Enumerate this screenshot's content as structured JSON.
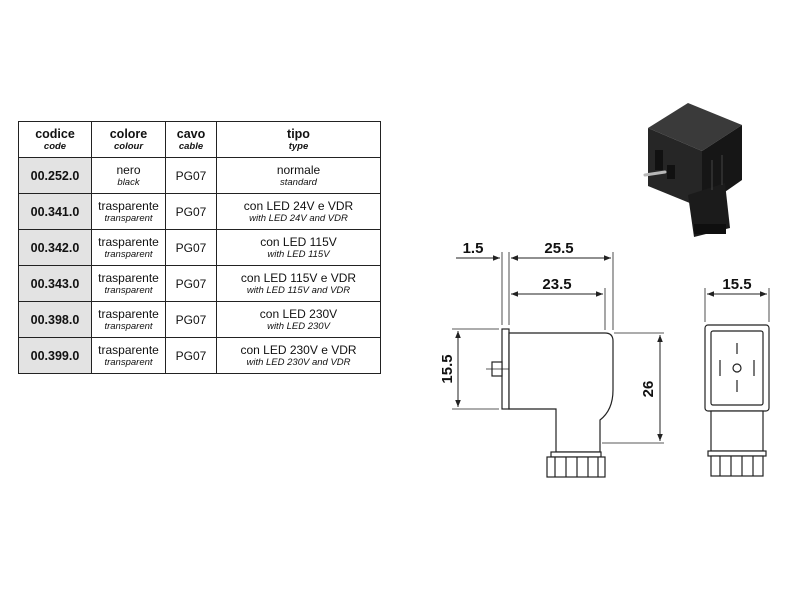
{
  "table": {
    "headers": [
      {
        "label": "codice",
        "sub": "code"
      },
      {
        "label": "colore",
        "sub": "colour"
      },
      {
        "label": "cavo",
        "sub": "cable"
      },
      {
        "label": "tipo",
        "sub": "type"
      }
    ],
    "rows": [
      {
        "code": "00.252.0",
        "colour": "nero",
        "colour_en": "black",
        "cable": "PG07",
        "type": "normale",
        "type_en": "standard"
      },
      {
        "code": "00.341.0",
        "colour": "trasparente",
        "colour_en": "transparent",
        "cable": "PG07",
        "type": "con LED 24V e VDR",
        "type_en": "with LED 24V and VDR"
      },
      {
        "code": "00.342.0",
        "colour": "trasparente",
        "colour_en": "transparent",
        "cable": "PG07",
        "type": "con LED 115V",
        "type_en": "with LED 115V"
      },
      {
        "code": "00.343.0",
        "colour": "trasparente",
        "colour_en": "transparent",
        "cable": "PG07",
        "type": "con LED 115V e VDR",
        "type_en": "with LED 115V and VDR"
      },
      {
        "code": "00.398.0",
        "colour": "trasparente",
        "colour_en": "transparent",
        "cable": "PG07",
        "type": "con LED 230V",
        "type_en": "with LED 230V"
      },
      {
        "code": "00.399.0",
        "colour": "trasparente",
        "colour_en": "transparent",
        "cable": "PG07",
        "type": "con LED 230V e VDR",
        "type_en": "with LED 230V and VDR"
      }
    ]
  },
  "drawing": {
    "dim_flange": "1.5",
    "dim_length": "25.5",
    "dim_body": "23.5",
    "dim_height": "15.5",
    "dim_total_height": "26",
    "dim_width": "15.5"
  },
  "colors": {
    "code_cell_bg": "#e3e3e3",
    "line": "#222222",
    "product": "#1e1e1e"
  }
}
